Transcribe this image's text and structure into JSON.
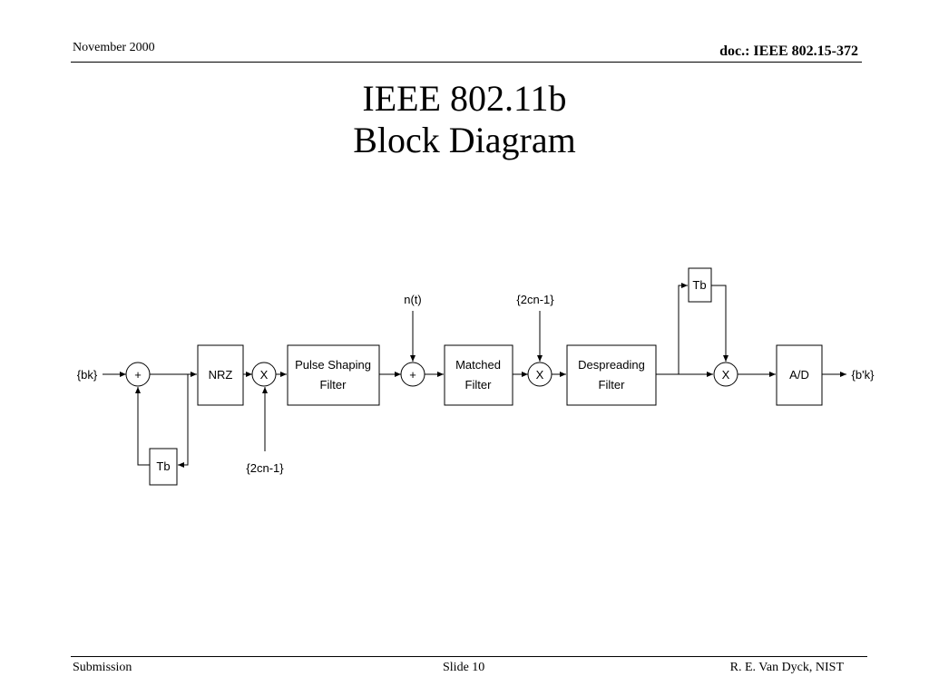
{
  "header": {
    "date": "November 2000",
    "doc_id": "doc.: IEEE 802.15-372"
  },
  "title": {
    "line1": "IEEE 802.11b",
    "line2": "Block Diagram"
  },
  "diagram": {
    "input_label": "{bk}",
    "output_label": "{b'k}",
    "adder_symbol": "+",
    "multiplier_symbol": "X",
    "delay_label": "Tb",
    "nrz_label": "NRZ",
    "pulse_shaping_line1": "Pulse Shaping",
    "pulse_shaping_line2": "Filter",
    "matched_line1": "Matched",
    "matched_line2": "Filter",
    "despreading_line1": "Despreading",
    "despreading_line2": "Filter",
    "ad_label": "A/D",
    "noise_label": "n(t)",
    "spread_code_label": "{2cn-1}"
  },
  "footer": {
    "submission": "Submission",
    "slide": "Slide 10",
    "author": "R. E. Van Dyck, NIST"
  }
}
